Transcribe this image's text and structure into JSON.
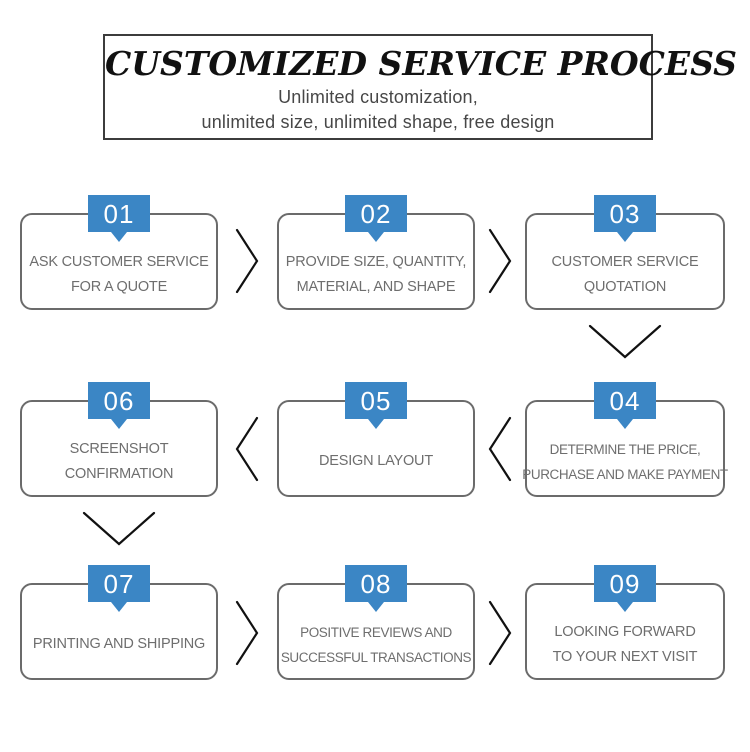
{
  "header": {
    "title": "CUSTOMIZED SERVICE PROCESS",
    "subtitle_line1": "Unlimited customization,",
    "subtitle_line2": "unlimited size, unlimited shape, free design"
  },
  "steps": [
    {
      "number": "01",
      "line1": "ASK CUSTOMER SERVICE",
      "line2": "FOR A QUOTE"
    },
    {
      "number": "02",
      "line1": "PROVIDE SIZE, QUANTITY,",
      "line2": "MATERIAL, AND SHAPE"
    },
    {
      "number": "03",
      "line1": "CUSTOMER SERVICE",
      "line2": "QUOTATION"
    },
    {
      "number": "04",
      "line1": "DETERMINE THE PRICE,",
      "line2": "PURCHASE AND MAKE PAYMENT"
    },
    {
      "number": "05",
      "line1": "DESIGN LAYOUT",
      "line2": ""
    },
    {
      "number": "06",
      "line1": "SCREENSHOT",
      "line2": "CONFIRMATION"
    },
    {
      "number": "07",
      "line1": "PRINTING AND SHIPPING",
      "line2": ""
    },
    {
      "number": "08",
      "line1": "POSITIVE REVIEWS AND",
      "line2": "SUCCESSFUL TRANSACTIONS"
    },
    {
      "number": "09",
      "line1": "LOOKING FORWARD",
      "line2": "TO YOUR NEXT VISIT"
    }
  ],
  "colors": {
    "badge_blue": "#3b86c5",
    "card_border": "#6b6b6b",
    "card_text": "#6e6e6e",
    "arrow_color": "#111111",
    "title_color": "#111111",
    "subtitle_color": "#474747",
    "box_border": "#3c3c3c"
  }
}
